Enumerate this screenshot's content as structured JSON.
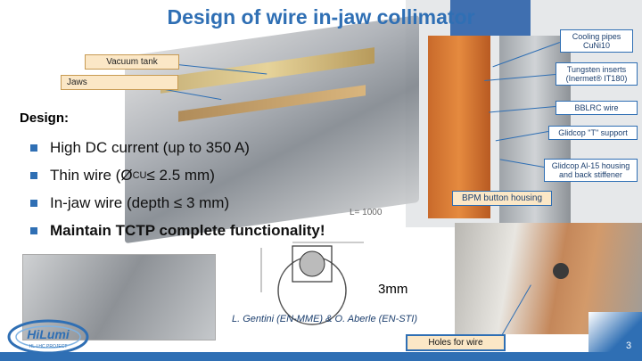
{
  "title": "Design of wire in-jaw collimator",
  "callouts": {
    "vacuum_tank": "Vacuum tank",
    "jaws": "Jaws",
    "cooling_pipes": "Cooling pipes CuNi10",
    "tungsten_inserts": "Tungsten inserts (Inermet® IT180)",
    "bblrc_wire": "BBLRC wire",
    "glidcop_t": "Glidcop \"T\" support",
    "glidcop_housing": "Glidcop Al-15 housing and back stiffener",
    "bpm_housing": "BPM button housing",
    "holes_for_wire": "Holes for wire"
  },
  "design": {
    "heading": "Design:",
    "bullets": [
      {
        "text": "High DC current (up to 350 A)"
      },
      {
        "text_pre": "Thin wire (Ø",
        "text_sub": "CU",
        "text_post": "≤ 2.5 mm)"
      },
      {
        "text": "In-jaw wire (depth ≤ 3 mm)"
      },
      {
        "text": "Maintain TCTP complete functionality!"
      }
    ]
  },
  "dimension_label": "L= 1000",
  "drawing_dim": "3mm",
  "credit": "L. Gentini (EN-MME) & O. Aberle (EN-STI)",
  "logo": {
    "name": "HiLumi",
    "sub": "HL-LHC PROJECT"
  },
  "page_number": "3",
  "colors": {
    "accent": "#2f6fb4",
    "callout_fill": "#fbe7c6"
  }
}
